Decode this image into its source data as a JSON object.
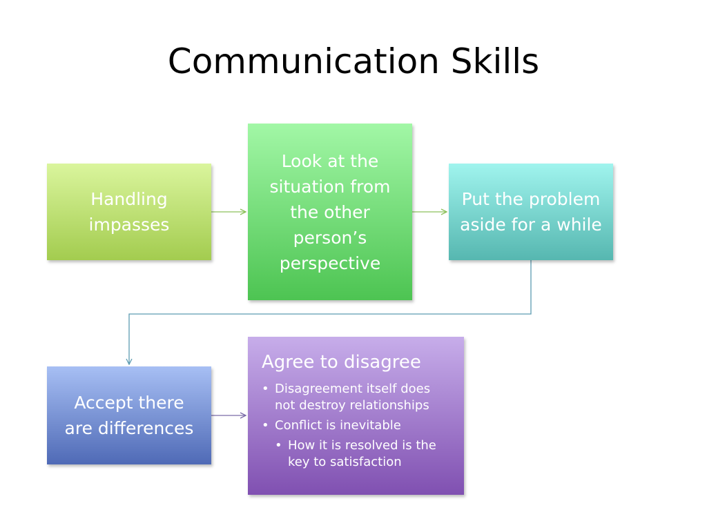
{
  "slide": {
    "title": "Communication Skills"
  },
  "boxes": {
    "b1": {
      "text": "Handling impasses",
      "colors": [
        "#daf59d",
        "#a3cc4f"
      ]
    },
    "b2": {
      "text": "Look at the situation from the other person’s perspective",
      "colors": [
        "#a2f7a6",
        "#4dc452"
      ]
    },
    "b3": {
      "text": "Put the problem aside for a while",
      "colors": [
        "#a0f4ee",
        "#56b7b0"
      ]
    },
    "b4": {
      "text": "Accept there are differences",
      "colors": [
        "#a7bff4",
        "#4f6ab6"
      ]
    },
    "b5": {
      "heading": "Agree to disagree",
      "bullets": [
        "Disagreement itself does not destroy relationships",
        "Conflict is inevitable",
        "How it is resolved is the key to satisfaction"
      ],
      "colors": [
        "#c7adea",
        "#8050b1"
      ]
    }
  },
  "connectors": {
    "green_color": "#8cc05a",
    "teal_color": "#5a9ab0",
    "purple_color": "#7a6aa8"
  }
}
